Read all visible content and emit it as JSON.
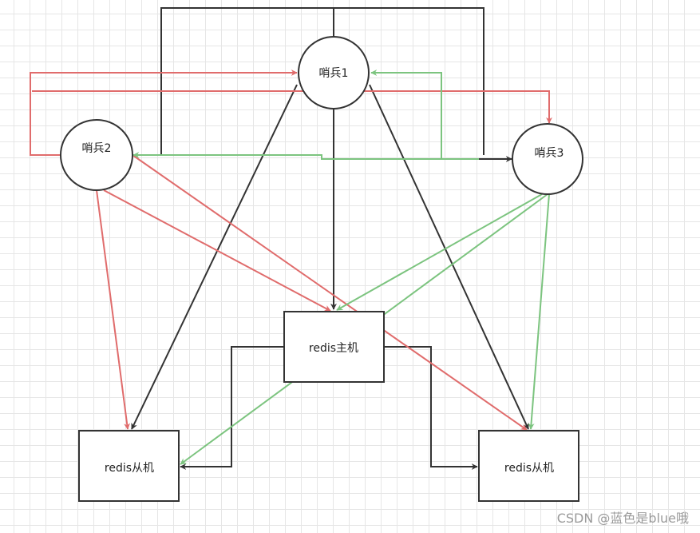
{
  "nodes": {
    "sentinel1": "哨兵1",
    "sentinel2": "哨兵2",
    "sentinel3": "哨兵3",
    "master": "redis主机",
    "slave_left": "redis从机",
    "slave_right": "redis从机"
  },
  "colors": {
    "black": "#333333",
    "red": "#e06c6c",
    "green": "#7cc47f"
  },
  "watermark": "CSDN @蓝色是blue哦"
}
